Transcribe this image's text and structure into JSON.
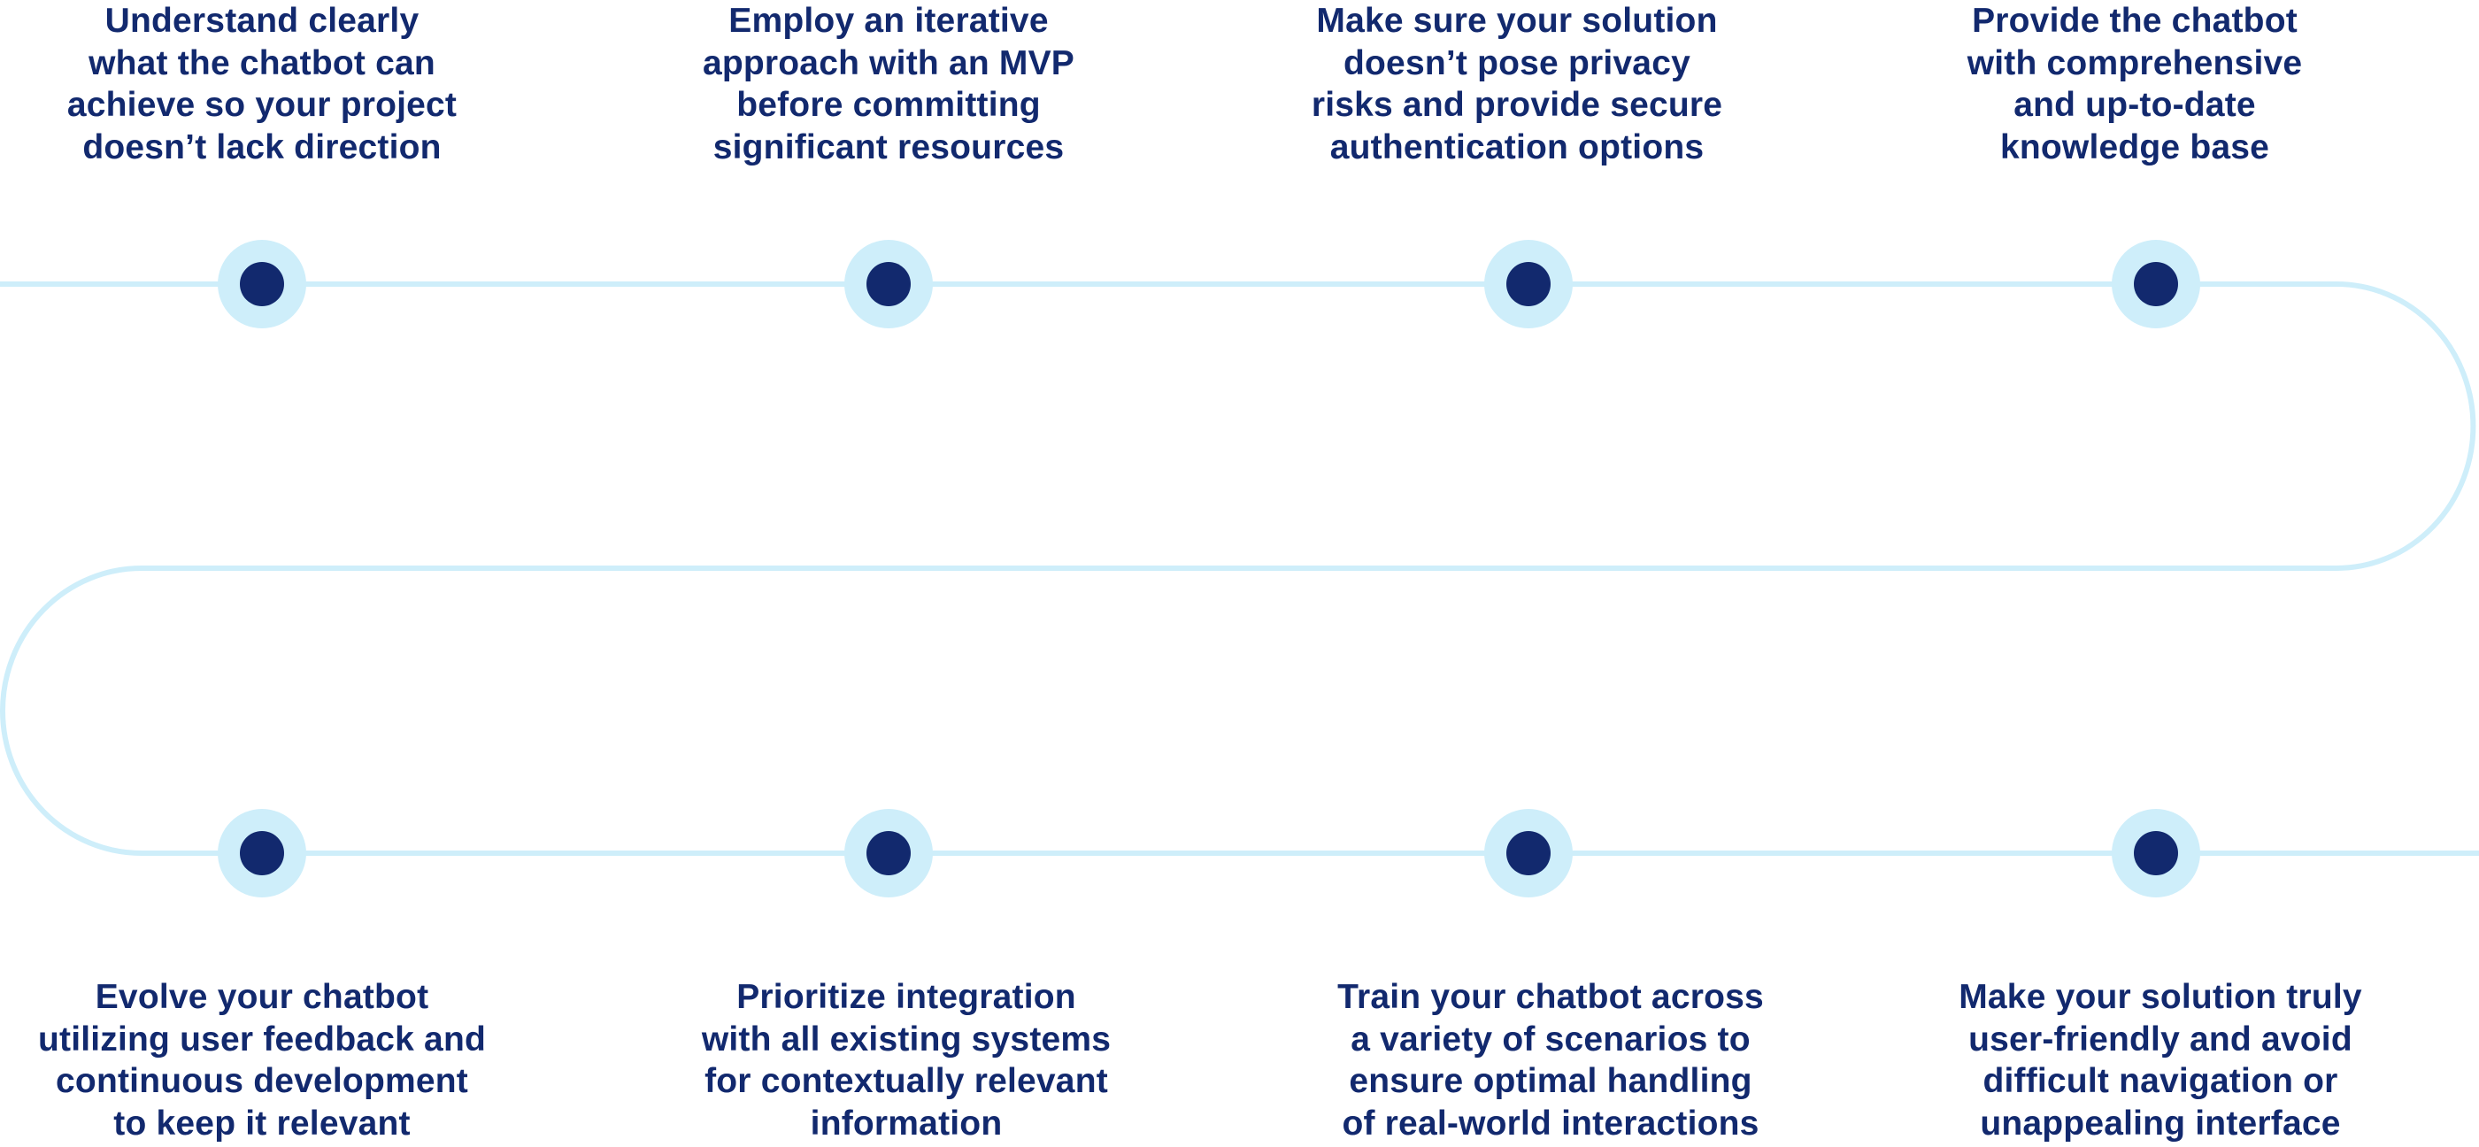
{
  "colors": {
    "track": "#CEEEFA",
    "node_outer": "#CEEEFA",
    "node_inner": "#12296E",
    "text": "#12296E"
  },
  "top_row": [
    {
      "lines": [
        "Understand clearly",
        "what the chatbot can",
        "achieve so your project",
        "doesn’t lack direction"
      ]
    },
    {
      "lines": [
        "Employ an iterative",
        "approach with an MVP",
        "before committing",
        "significant resources"
      ]
    },
    {
      "lines": [
        "Make sure your solution",
        "doesn’t pose privacy",
        "risks and provide secure",
        "authentication options"
      ]
    },
    {
      "lines": [
        "Provide the chatbot",
        "with comprehensive",
        "and up-to-date",
        "knowledge base"
      ]
    }
  ],
  "bottom_row": [
    {
      "lines": [
        "Evolve your chatbot",
        "utilizing user feedback and",
        "continuous development",
        "to keep it relevant"
      ]
    },
    {
      "lines": [
        "Prioritize integration",
        "with all existing systems",
        "for contextually relevant",
        "information"
      ]
    },
    {
      "lines": [
        "Train your chatbot across",
        "a variety of scenarios to",
        "ensure optimal handling",
        "of real-world interactions"
      ]
    },
    {
      "lines": [
        "Make your solution truly",
        "user-friendly and avoid",
        "difficult navigation or",
        "unappealing interface"
      ]
    }
  ]
}
